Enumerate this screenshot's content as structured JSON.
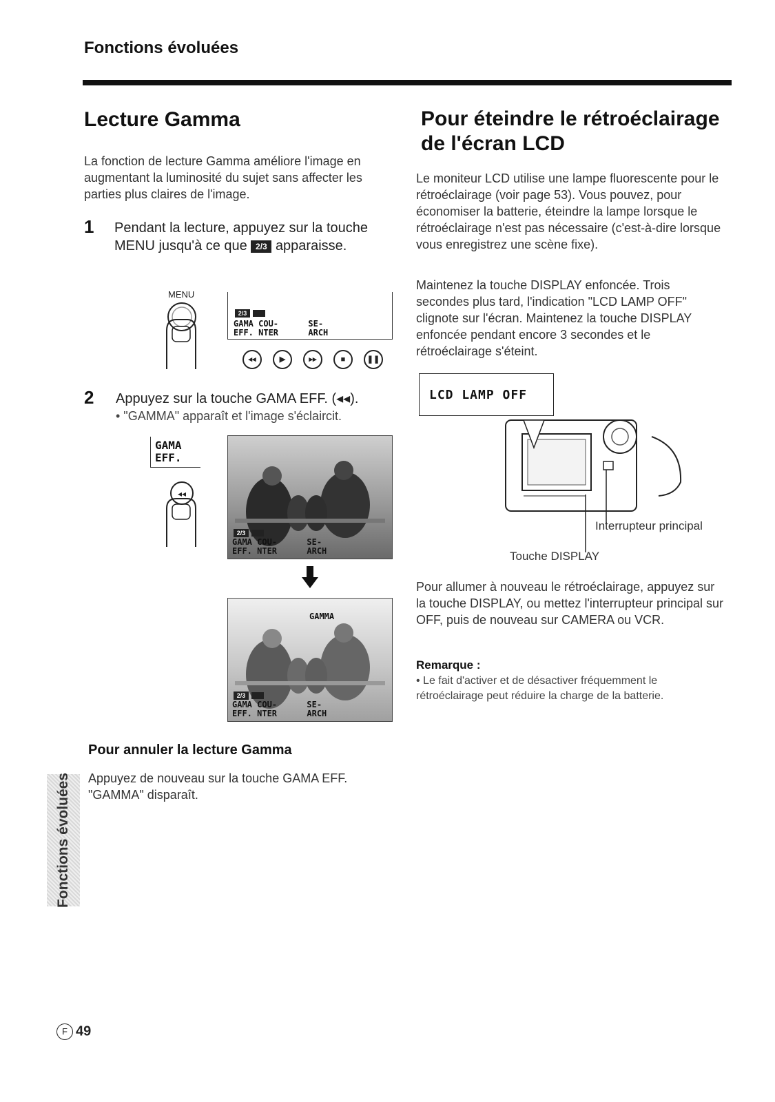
{
  "header": {
    "title": "Fonctions évoluées"
  },
  "left": {
    "heading": "Lecture Gamma",
    "intro": "La fonction de lecture Gamma améliore l'image en augmentant la luminosité du sujet sans affecter les parties plus claires de l'image.",
    "step1": {
      "num": "1",
      "text_before": "Pendant la lecture, appuyez sur la touche MENU jusqu'à ce que",
      "badge": "2/3",
      "text_after": "apparaisse."
    },
    "menu_label": "MENU",
    "osd": {
      "line1": "GAMA COU-      SE-",
      "line2": "EFF. NTER      ARCH"
    },
    "step2": {
      "num": "2",
      "text": "Appuyez sur la touche GAMA EFF. (◂◂).",
      "bullet": "• \"GAMMA\" apparaît et l'image s'éclaircit."
    },
    "gama_key": {
      "line1": "GAMA",
      "line2": "EFF."
    },
    "gamma_osd": "GAMMA",
    "cancel_heading": "Pour annuler la lecture Gamma",
    "cancel_text": "Appuyez de nouveau sur la touche GAMA EFF. \"GAMMA\" disparaît."
  },
  "right": {
    "heading": "Pour éteindre le rétroéclairage de l'écran LCD",
    "p1": "Le moniteur LCD utilise une lampe fluorescente pour le rétroéclairage (voir page 53). Vous pouvez, pour économiser la batterie, éteindre la lampe lorsque le rétroéclairage n'est pas nécessaire (c'est-à-dire lorsque vous enregistrez une scène fixe).",
    "p2": "Maintenez la touche DISPLAY enfoncée. Trois secondes plus tard, l'indication \"LCD LAMP OFF\" clignote sur l'écran. Maintenez la touche DISPLAY enfoncée pendant encore 3 secondes et le rétroéclairage s'éteint.",
    "lcd_display": "LCD LAMP OFF",
    "label_switch": "Interrupteur principal",
    "label_display": "Touche DISPLAY",
    "p3": "Pour allumer à nouveau le rétroéclairage, appuyez sur la touche DISPLAY, ou mettez l'interrupteur principal sur OFF, puis de nouveau sur CAMERA ou VCR.",
    "note_title": "Remarque :",
    "note_text": "• Le fait d'activer et de désactiver fréquemment le rétroéclairage peut réduire la charge de la batterie."
  },
  "side_tab": "Fonctions évoluées",
  "footer": {
    "lang": "F",
    "page": "49"
  }
}
